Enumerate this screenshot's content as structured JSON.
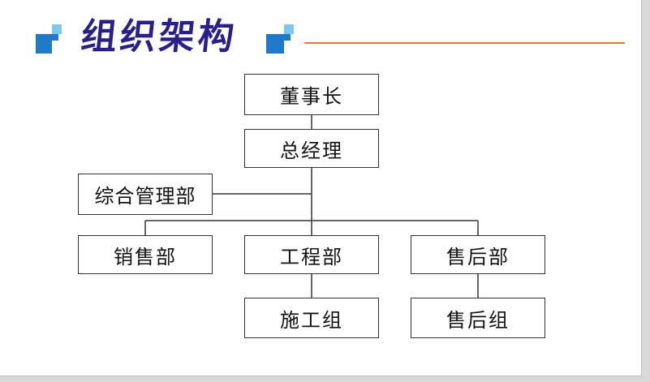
{
  "header": {
    "title": "组织架构"
  },
  "colors": {
    "title": "#2a1f8a",
    "accent_rule": "#e0783a",
    "deco_dark": "#1f78c8",
    "deco_light": "#7cc8ef",
    "box_border": "#333333"
  },
  "org": {
    "chairman": "董事长",
    "general_manager": "总经理",
    "admin_dept": "综合管理部",
    "sales_dept": "销售部",
    "engineering_dept": "工程部",
    "after_sales_dept": "售后部",
    "construction_team": "施工组",
    "after_sales_team": "售后组"
  }
}
